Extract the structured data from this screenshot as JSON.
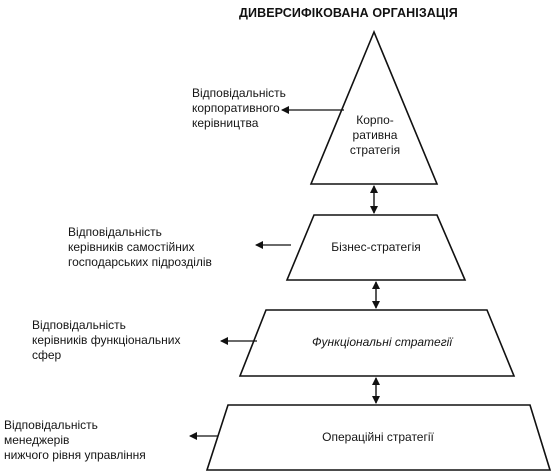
{
  "title": "ДИВЕРСИФІКОВАНА ОРГАНІЗАЦІЯ",
  "tiers": [
    {
      "label": "Корпо-\nративна\nстратегія",
      "responsibility": "Відповідальність\nкорпоративного\nкерівництва"
    },
    {
      "label": "Бізнес-стратегія",
      "responsibility": "Відповідальність\nкерівників самостійних\nгосподарських підрозділів"
    },
    {
      "label": "Функціональні стратегії",
      "responsibility": "Відповідальність\nкерівників функціональних\nсфер"
    },
    {
      "label": "Операційні стратегії",
      "responsibility": "Відповідальність\nменеджерів\nнижчого рівня управління"
    }
  ],
  "colors": {
    "line": "#111111",
    "fill": "#ffffff"
  }
}
